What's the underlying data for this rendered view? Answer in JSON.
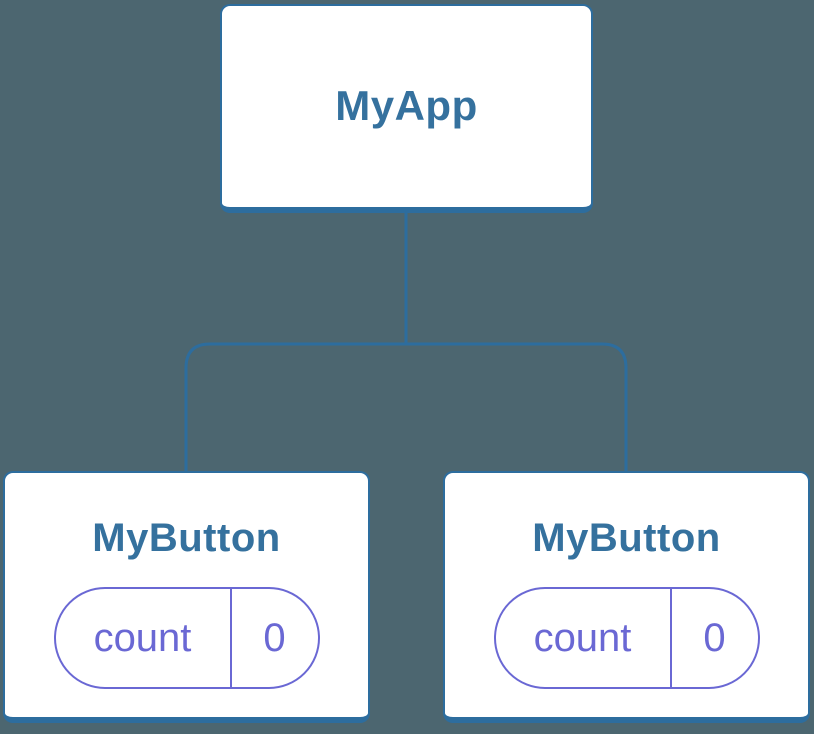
{
  "colors": {
    "canvas-bg": "#4C6670",
    "node-border": "#2D6D9E",
    "node-label": "#35719E",
    "connector": "#2D6D9E",
    "state-accent": "#6A68D4",
    "card-bg": "#FFFFFF"
  },
  "diagram": {
    "type": "component-tree",
    "root": {
      "label": "MyApp"
    },
    "children": [
      {
        "label": "MyButton",
        "state": {
          "key": "count",
          "value": "0"
        }
      },
      {
        "label": "MyButton",
        "state": {
          "key": "count",
          "value": "0"
        }
      }
    ]
  }
}
